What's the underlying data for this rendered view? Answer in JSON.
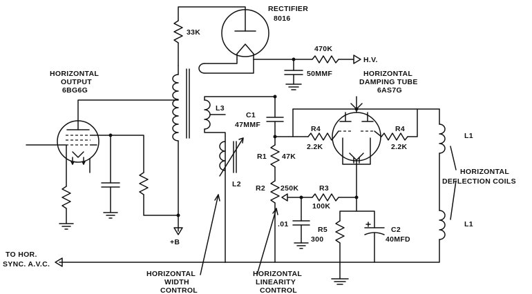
{
  "labels": {
    "rectifier": "RECTIFIER",
    "rectifier_tube": "8016",
    "r_33k": "33K",
    "r_470k": "470K",
    "hv": "H.V.",
    "c_50mmf": "50MMF",
    "horiz_output_1": "HORIZONTAL",
    "horiz_output_2": "OUTPUT",
    "horiz_output_tube": "6BG6G",
    "damping_1": "HORIZONTAL",
    "damping_2": "DAMPING TUBE",
    "damping_tube": "6AS7G",
    "l3": "L3",
    "c1": "C1",
    "c1_value": "47MMF",
    "r4_left": "R4",
    "r4_left_value": "2.2K",
    "r4_right": "R4",
    "r4_right_value": "2.2K",
    "r1": "R1",
    "r1_value": "47K",
    "l2": "L2",
    "r2": "R2",
    "r2_value": "250K",
    "r3": "R3",
    "r3_value": "100K",
    "c_01": ".01",
    "r5": "R5",
    "r5_value": "300",
    "c2": "C2",
    "c2_value": "40MFD",
    "l1_top": "L1",
    "l1_bottom": "L1",
    "deflection_1": "HORIZONTAL",
    "deflection_2": "DEFLECTION COILS",
    "plus_b": "+B",
    "sync_1": "TO HOR.",
    "sync_2": "SYNC. A.V.C.",
    "width_1": "HORIZONTAL",
    "width_2": "WIDTH",
    "width_3": "CONTROL",
    "linearity_1": "HORIZONTAL",
    "linearity_2": "LINEARITY",
    "linearity_3": "CONTROL"
  }
}
